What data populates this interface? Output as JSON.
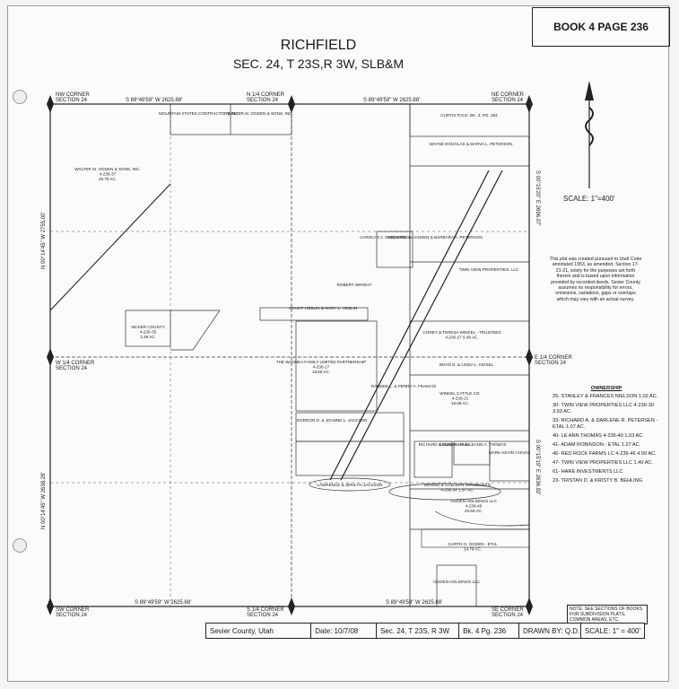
{
  "header": {
    "book_page": "BOOK 4 PAGE 236",
    "title": "RICHFIELD",
    "subtitle": "SEC. 24, T 23S,R 3W, SLB&M"
  },
  "scale_label": "SCALE: 1\"=400'",
  "disclaimer": "This plat was created pursuant to Utah Code annotated 1953, as amended, Section 17-21-21, solely for the purposes set forth therein and is based upon information provided by recorded deeds. Sevier County assumes no responsibility for errors, omissions, variations, gaps or overlaps which may vary with an actual survey.",
  "corners": {
    "nw": "NW CORNER\nSECTION 24",
    "n_quarter": "N 1/4 CORNER\nSECTION 24",
    "ne": "NE CORNER\nSECTION 24",
    "w_quarter": "W 1/4 CORNER\nSECTION 24",
    "e_quarter": "E 1/4 CORNER\nSECTION 24",
    "sw": "SW CORNER\nSECTION 24",
    "s_quarter": "S 1/4 CORNER\nSECTION 24",
    "se": "SE CORNER\nSECTION 24"
  },
  "bearings": {
    "north_w": "S 89°49'59\" W 2625.88'",
    "north_e": "S 89°49'59\" W 2625.88'",
    "south_w": "S 89°49'59\" W 2625.88'",
    "south_e": "S 89°49'59\" W 2625.88'",
    "west_n": "N 00°14'45\" W 2755.00'",
    "west_s": "N 00°14'45\" W 2638.28'",
    "east_n": "S 00°15'20\" E 2696.07'",
    "east_s": "S 00°15'19\" E 2636.92'"
  },
  "parcels": [
    "WALTER M. OGDEN & SONS, INC.\n4-236-37\n46.76 AC.",
    "MOUNTAIN STATES CONTRACTORS INC.",
    "WALTER M. OGDEN & SONS, INC.",
    "CURTIS P.O.D. BK. 3, PG. 304",
    "WAYNE DOUGLAS & MARVA L. PETERSON",
    "TWIN VIEW PROPERTIES, LLC",
    "ROBERT WRIGHT",
    "SEVIER COUNTY\n4-236-35\n3.38 AC.",
    "JOAN F. HEBLIN & MARY L. HEBLIN",
    "COREY & TERESA WINKEL - TRUSTEES\n4-236-27  9.48 AC.",
    "BOYD D. & LINDA L. KEISEL",
    "THE WANNEA FAMILY LIMITED PARTNERSHIP\n4-236-17\n19.68 AC.",
    "RANDEE L. & PERRY A. FRANCIS",
    "WINKEL CATTLE CO.\n4-236-21\n18.68 AC.",
    "GORDON D. & JOANNE L. JACKSON",
    "RICHARD & SUSAN JANIS",
    "KENNETH D. & LEANN A. THOMAS",
    "MARK KEVIN CHIVAS",
    "DENNIS & COLLEEN JORGENSEN\n4-236-24  1.37 AC.",
    "LAWRENCE & JERILYN JACKSON",
    "OGDEN HOLDINGS LLC\n4-236-46\n29.56 AC.",
    "GARTH O. OGDEN - ETAL\n14.79 AC.",
    "OGDEN HOLDINGS LLC",
    "CAROLYN J. GUNDERSON",
    "RICHARD J. HANSEN & BARBARA A. PETERSON"
  ],
  "ownership": {
    "heading": "OWNERSHIP",
    "items": [
      "25- STANLEY & FRANCES NIELSON 1.02 AC.",
      "30- TWIN VIEW PROPERTIES LLC 4-236-30 3.93 AC.",
      "33- RICHARD A. & DARLENE R. PETERSEN - ETAL 1.07 AC.",
      "40- LE ANN THOMAS 4-236-40 1.03 AC.",
      "41- ADAM ROBINSON - ETAL 1.27 AC.",
      "46- RED ROCK FARMS LC 4-236-46 4.99 AC.",
      "47- TWIN VIEW PROPERTIES LLC 1.40 AC.",
      "61- HARE INVESTMENTS LLC",
      "23- TRISTAN D. & KRISTY B. BEHLING"
    ]
  },
  "note": "NOTE: SEE SECTIONS OF BOOKS FOR SUBDIVISION PLATS, COMMON AREAS, ETC.",
  "title_block": {
    "county": "Sevier County, Utah",
    "date": "Date: 10/7/08",
    "section": "Sec. 24, T 23S, R 3W",
    "book": "Bk. 4 Pg. 236",
    "drawn_by": "DRAWN BY: Q.D.",
    "scale": "SCALE: 1\" = 400'"
  },
  "colors": {
    "line": "#222222",
    "paper": "#fbfbf9"
  }
}
